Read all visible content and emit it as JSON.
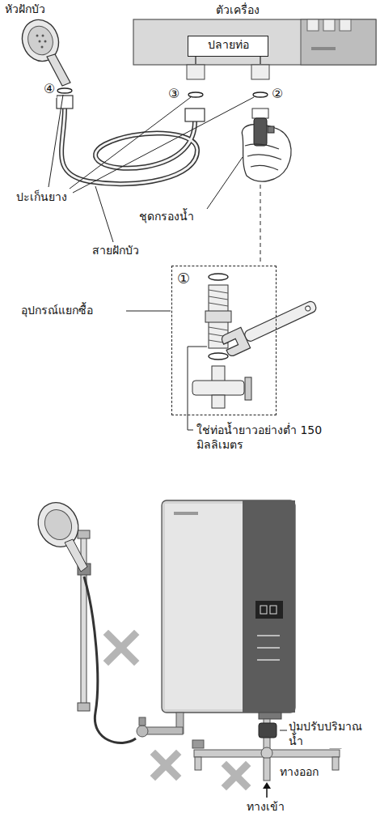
{
  "diagram": {
    "nodes": [
      {
        "text": [
          "ปลายท่อ"
        ]
      },
      {
        "text": [
          "①"
        ]
      }
    ],
    "labels": [
      "หัวฝักบัว",
      "ตัวเครื่อง",
      "④",
      "③",
      "②",
      "ปะเก็นยาง",
      "ชุดกรองน้ำ",
      "สายฝักบัว",
      "อุปกรณ์แยกซื้อ",
      "ใช่ท่อน้ำยาวอย่างต่ำ 150 มิลลิเมตร",
      "ปุ่มปรับปริมาณ น้ำ",
      "ทางออก",
      "ทางเข้า"
    ]
  }
}
